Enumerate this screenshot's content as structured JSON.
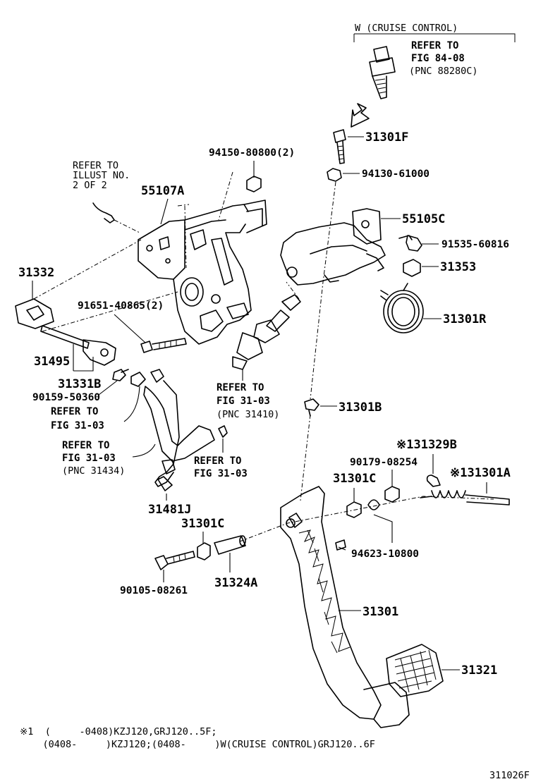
{
  "header": {
    "cruise_title": "W (CRUISE CONTROL)"
  },
  "refs": {
    "cruise_refer_1": "REFER TO",
    "cruise_refer_2": "FIG 84-08",
    "cruise_refer_3": "(PNC 88280C)",
    "illust_1": "REFER TO",
    "illust_2": "ILLUST NO.",
    "illust_3": "2 OF 2",
    "fig_a_1": "REFER TO",
    "fig_a_2": "FIG 31-03",
    "fig_b_1": "REFER TO",
    "fig_b_2": "FIG 31-03",
    "fig_b_3": "(PNC 31434)",
    "fig_c_1": "REFER TO",
    "fig_c_2": "FIG 31-03",
    "fig_c_3": "(PNC 31410)",
    "fig_d_1": "REFER TO",
    "fig_d_2": "FIG 31-03"
  },
  "parts": {
    "p31301F": "31301F",
    "p94150": "94150-80800(2)",
    "p94130": "94130-61000",
    "p55107A": "55107A",
    "p55105C": "55105C",
    "p91535": "91535-60816",
    "p31332": "31332",
    "p31353": "31353",
    "p91651": "91651-40865(2)",
    "p31301R": "31301R",
    "p31495": "31495",
    "p31331B": "31331B",
    "p90159": "90159-50360",
    "p31301B": "31301B",
    "p31329B": "※131329B",
    "p90179": "90179-08254",
    "p31301C_r": "31301C",
    "p31301A": "※131301A",
    "p31481J": "31481J",
    "p31301C_l": "31301C",
    "p94623": "94623-10800",
    "p90105": "90105-08261",
    "p31324A": "31324A",
    "p31301": "31301",
    "p31321": "31321"
  },
  "footnote": {
    "line1": "※1  (     -0408)KZJ120,GRJ120..5F;",
    "line2": "    (0408-     )KZJ120;(0408-     )W(CRUISE CONTROL)GRJ120..6F"
  },
  "figure_id": "311026F"
}
